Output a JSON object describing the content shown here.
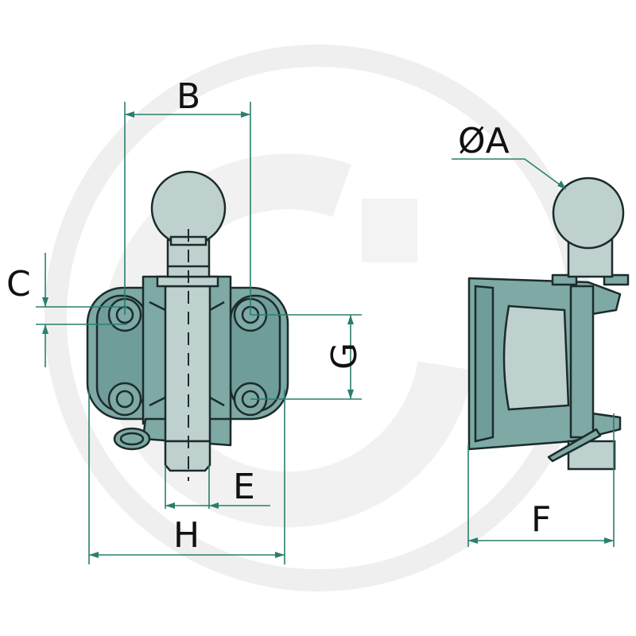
{
  "labels": {
    "ball_diameter": "ØA",
    "hole_spacing_horizontal": "B",
    "hole_offset": "C",
    "pin_diameter": "E",
    "depth": "F",
    "hole_spacing_vertical": "G",
    "overall_width": "H"
  },
  "colors": {
    "body": "#7ea9a5",
    "ball": "#bfd1ce",
    "dimension_lines": "#2a7e6e",
    "watermark": "#efefef"
  }
}
